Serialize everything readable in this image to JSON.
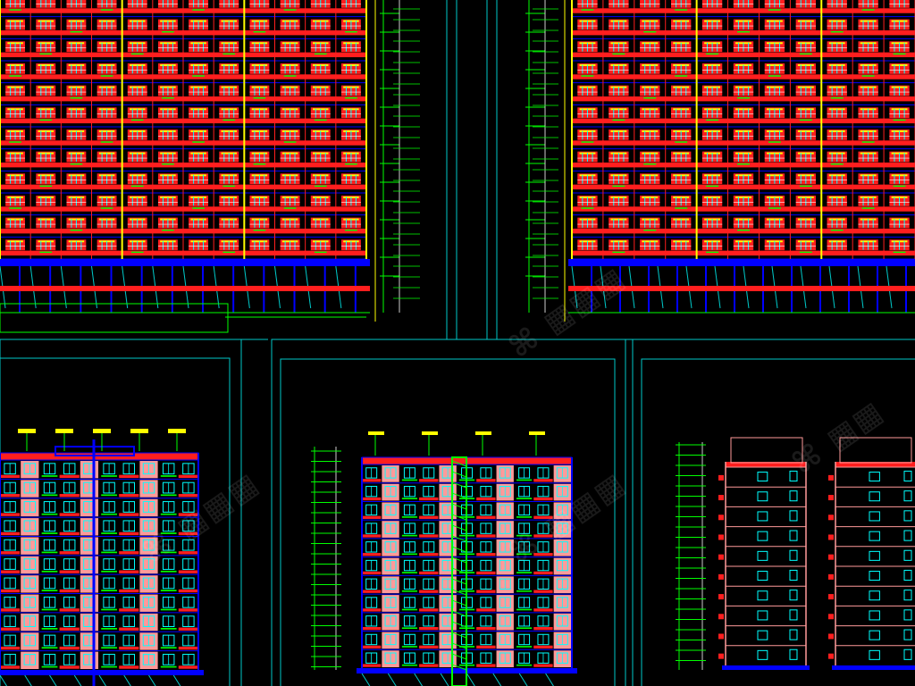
{
  "drawing": {
    "colors": {
      "background": "#000000",
      "frame": "#00c8c8",
      "facade": "#ff1e1e",
      "accent_yellow": "#ffff00",
      "window_cyan": "#00ffff",
      "slab_blue": "#0000ff",
      "dim_green": "#00ff00",
      "white": "#ffffff",
      "pink": "#ff9a9a"
    },
    "panels": [
      {
        "name": "top-left-elevation",
        "style": "red-dense",
        "floors": 12
      },
      {
        "name": "top-right-elevation",
        "style": "red-dense",
        "floors": 12
      },
      {
        "name": "bottom-left-elevation",
        "style": "mixed",
        "floors": 11
      },
      {
        "name": "bottom-middle-elevation",
        "style": "mixed",
        "floors": 11
      },
      {
        "name": "bottom-right-elevation",
        "style": "outline",
        "floors": 10
      }
    ],
    "watermark_icon": "watermark-icon"
  }
}
